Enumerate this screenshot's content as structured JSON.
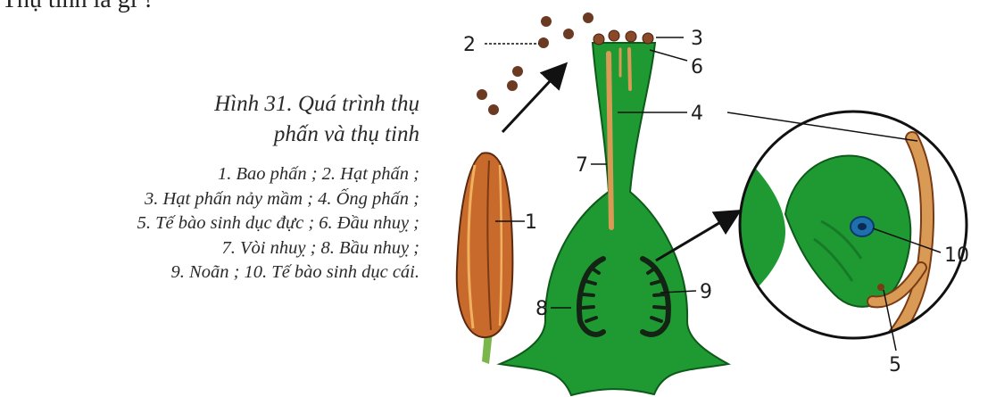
{
  "question": "- Thụ tinh là gì ?",
  "figure": {
    "title_line1": "Hình 31. Quá trình thụ",
    "title_line2": "phấn và thụ tinh",
    "legend_lines": [
      "1. Bao phấn ; 2. Hạt phấn ;",
      "3. Hạt phấn nảy mầm ; 4. Ống phấn ;",
      "5. Tế bào sinh dục đực ; 6. Đầu nhuỵ ;",
      "7. Vòi nhuỵ ; 8. Bầu nhuỵ ;",
      "9. Noãn ; 10. Tế bào sinh dục cái."
    ],
    "callouts": [
      "1",
      "2",
      "3",
      "4",
      "5",
      "6",
      "7",
      "8",
      "9",
      "10"
    ]
  },
  "colors": {
    "pistil_green": "#1f9a33",
    "anther_orange": "#c86a2c",
    "pollen_brown": "#6b3a22",
    "ovule_dark": "#142414",
    "egg_blue": "#1f6fae"
  }
}
